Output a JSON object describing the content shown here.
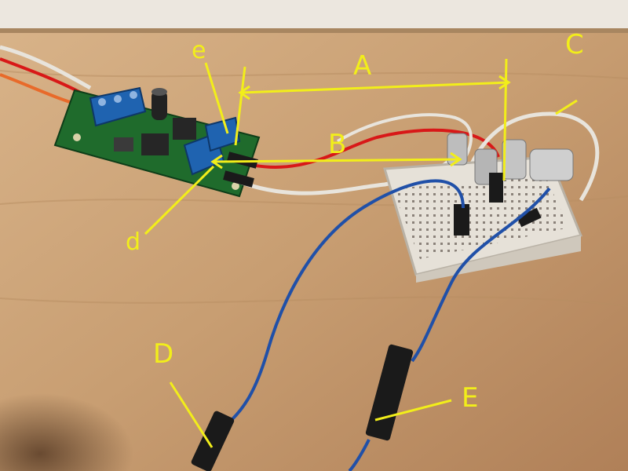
{
  "annotations": {
    "A": "A",
    "B": "B",
    "C": "C",
    "D": "D",
    "E": "E",
    "d": "d",
    "e": "e"
  },
  "colors": {
    "annotation": "#f2ee1a",
    "table": "#c9a57c",
    "pcb": "#1f6b2c",
    "terminal_block": "#1f63b0",
    "wire_red": "#d81818",
    "wire_white": "#e8e4dc",
    "wire_blue": "#2050a8",
    "wire_orange": "#e86a2a"
  }
}
